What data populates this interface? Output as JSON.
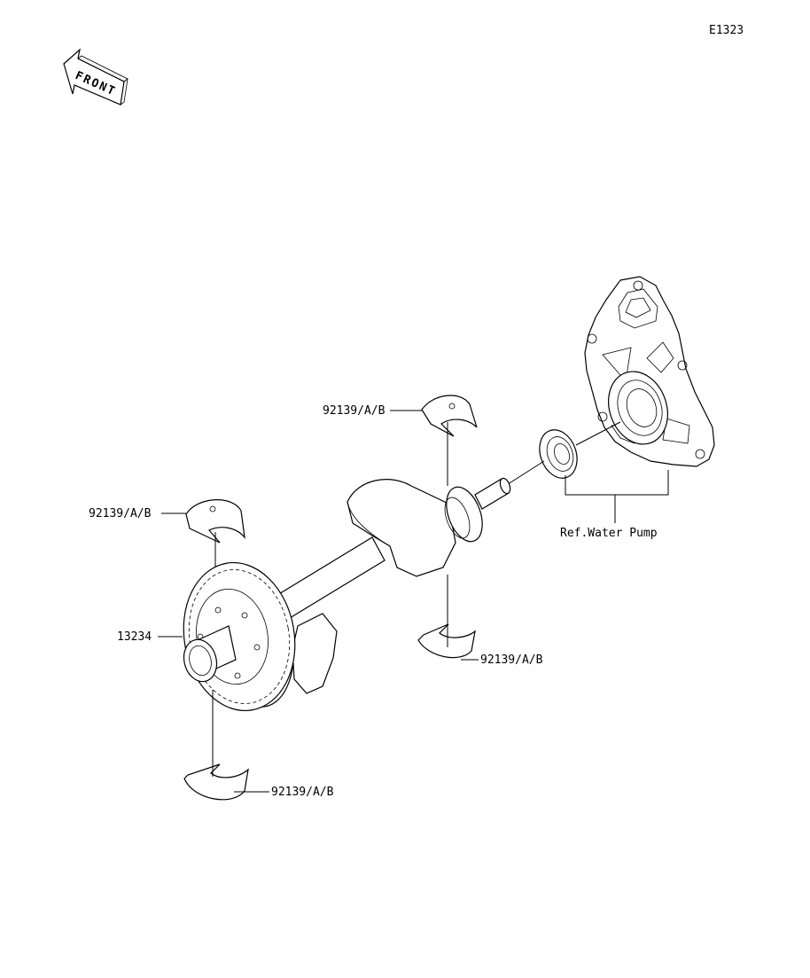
{
  "diagram_code": "E1323",
  "front_arrow_text": "FRONT",
  "labels": {
    "bearing_top": "92139/A/B",
    "bearing_left": "92139/A/B",
    "gear": "13234",
    "bearing_right_lower": "92139/A/B",
    "bearing_bottom": "92139/A/B",
    "ref_water_pump": "Ref.Water Pump"
  }
}
